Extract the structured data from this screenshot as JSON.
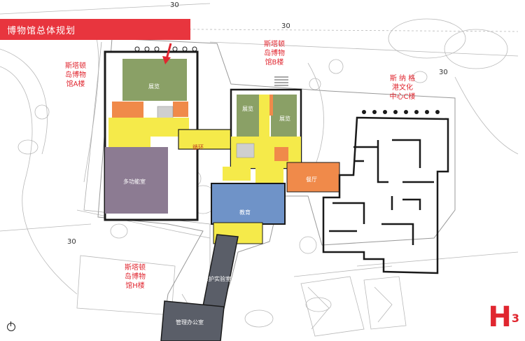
{
  "title": "博物馆总体规划",
  "contours": [
    "30",
    "30",
    "30",
    "30"
  ],
  "buildings": {
    "a": "斯塔顿\n岛博物\n馆A楼",
    "b": "斯塔顿\n岛博物\n馆B楼",
    "c": "斯 纳 格\n港文化\n中心C楼",
    "h": "斯塔顿\n岛博物\n馆H楼"
  },
  "rooms": {
    "exhibit_a": "展览",
    "exhibit_b1": "展览",
    "exhibit_b2": "展览",
    "circulation": "循环",
    "multipurpose": "多功能室",
    "restaurant": "餐厅",
    "education": "教育",
    "conservation_lab": "保护实验室",
    "admin_office": "管理办公室"
  },
  "logo": {
    "main": "H",
    "sup": "3"
  },
  "colors": {
    "banner": "#e8353e",
    "label_red": "#e0262f",
    "exhibit": "#8aa066",
    "multipurpose": "#8c7b92",
    "circulation": "#f5ea4a",
    "service": "#f08a4a",
    "education": "#6f93c8",
    "conservation": "#5a5e68"
  }
}
